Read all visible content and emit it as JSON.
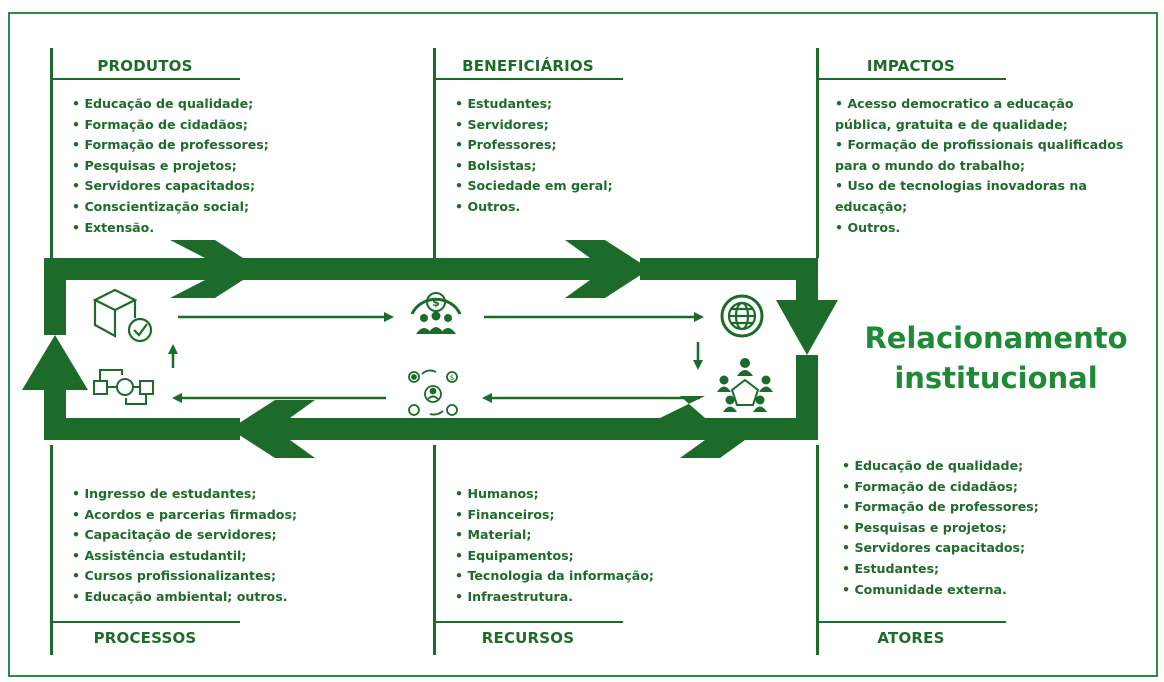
{
  "colors": {
    "primary": "#1d6b2a",
    "accent": "#2f9a43",
    "text": "#1f6b2c"
  },
  "title_lines": [
    "Relacionamento",
    "institucional"
  ],
  "produtos": {
    "header": "PRODUTOS",
    "items": [
      "Educação de qualidade;",
      "Formação de cidadãos;",
      "Formação de professores;",
      "Pesquisas e projetos;",
      "Servidores capacitados;",
      "Conscientização social;",
      "Extensão."
    ]
  },
  "beneficiarios": {
    "header": "BENEFICIÁRIOS",
    "items": [
      "Estudantes;",
      "Servidores;",
      "Professores;",
      "Bolsistas;",
      "Sociedade em geral;",
      "Outros."
    ]
  },
  "impactos": {
    "header": "IMPACTOS",
    "items": [
      "Acesso democratico a educação",
      "pública, gratuita e de qualidade;",
      "Formação de profissionais qualificados",
      "para o mundo do trabalho;",
      "Uso de tecnologias inovadoras na",
      "educação;",
      "Outros."
    ],
    "bullets": [
      true,
      false,
      true,
      false,
      true,
      false,
      true
    ]
  },
  "processos": {
    "header": "PROCESSOS",
    "items": [
      "Ingresso de estudantes;",
      "Acordos e parcerias firmados;",
      "Capacitação de servidores;",
      "Assistência estudantil;",
      "Cursos profissionalizantes;",
      "Educação ambiental; outros."
    ]
  },
  "recursos": {
    "header": "RECURSOS",
    "items": [
      "Humanos;",
      "Financeiros;",
      "Material;",
      "Equipamentos;",
      "Tecnologia da informação;",
      "Infraestrutura."
    ]
  },
  "atores": {
    "header": "ATORES",
    "items": [
      "Educação de qualidade;",
      "Formação de cidadãos;",
      "Formação de professores;",
      "Pesquisas e projetos;",
      "Servidores capacitados;",
      "Estudantes;",
      "Comunidade externa."
    ]
  },
  "icons": [
    "box-check-icon",
    "money-people-icon",
    "globe-icon",
    "people-network-icon",
    "process-gears-icon",
    "flowchart-icon"
  ]
}
